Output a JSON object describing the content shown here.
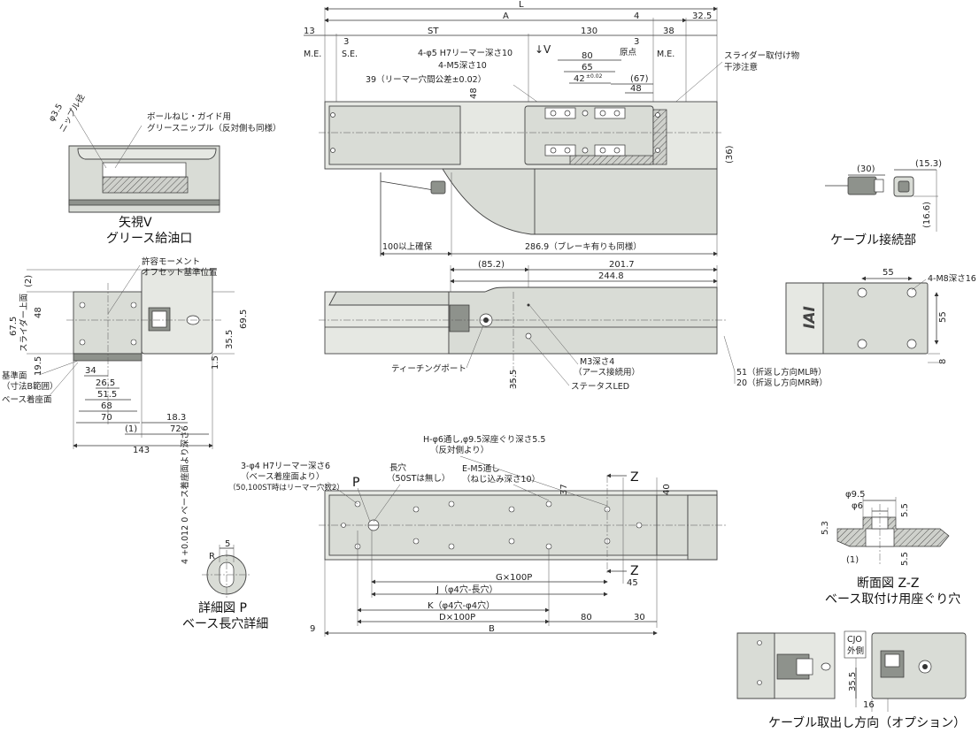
{
  "views": {
    "top": {
      "dims": [
        "L",
        "A",
        "4",
        "32.5",
        "13",
        "ST",
        "130",
        "3",
        "3",
        "38",
        "M.E.",
        "S.E.",
        "原点",
        "M.E.",
        "80",
        "65",
        "42",
        "±0.02",
        "(67)",
        "48",
        "48",
        "(36)",
        "100以上確保",
        "286.9（ブレーキ有りも同様）"
      ],
      "notes": [
        "4-φ5 H7リーマー深さ10",
        "4-M5深さ10",
        "39（リーマー穴間公差±0.02）",
        "↓V",
        "スライダー取付け物",
        "干渉注意"
      ]
    },
    "side": {
      "dims": [
        "(85.2)",
        "201.7",
        "244.8",
        "35.5"
      ],
      "notes": [
        "ティーチングポート",
        "M3深さ4",
        "（アース接続用）",
        "ステータスLED",
        "51（折返し方向ML時）",
        "20（折返し方向MR時）"
      ]
    },
    "end": {
      "dims": [
        "(2)",
        "67.5",
        "48",
        "69.5",
        "35.5",
        "1.5",
        "19.5",
        "34",
        "26.5",
        "51.5",
        "68",
        "70",
        "18.3",
        "(1)",
        "72",
        "143"
      ],
      "notes": [
        "許容モーメント",
        "オフセット基準位置",
        "スライダー上面",
        "基準面",
        "（寸法B範囲）",
        "ベース着座面"
      ]
    },
    "bottom": {
      "dims": [
        "37",
        "40",
        "45",
        "G×100P",
        "J（φ4穴-長穴）",
        "K（φ4穴-φ4穴）",
        "D×100P",
        "80",
        "30",
        "B",
        "9"
      ],
      "notes": [
        "H-φ6通し,φ9.5深座ぐり深さ5.5",
        "（反対側より）",
        "E-M5通し",
        "（ねじ込み深さ10）",
        "3-φ4 H7リーマー深さ6",
        "（ベース着座面より）",
        "（50,100ST時はリーマー穴数2）",
        "長穴",
        "（50STは無し）",
        "P",
        "Z",
        "Z"
      ]
    },
    "grease": {
      "notes": [
        "φ3.5",
        "ニップル径",
        "ボールねじ・ガイド用",
        "グリースニップル（反対側も同様）"
      ],
      "caption": [
        "矢視V",
        "グリース給油口"
      ]
    },
    "cable": {
      "dims": [
        "(30)",
        "(15.3)",
        "(16.6)"
      ],
      "caption": "ケーブル接続部"
    },
    "slider": {
      "dims": [
        "55",
        "55",
        "8"
      ],
      "notes": [
        "4-M8深さ16"
      ],
      "logo": "IAI"
    },
    "detailP": {
      "dims": [
        "5",
        "R"
      ],
      "notes": [
        "4 +0.012 0 ベース着座面より深さ6"
      ],
      "caption": [
        "詳細図 P",
        "ベース長穴詳細"
      ]
    },
    "sectionZ": {
      "dims": [
        "φ9.5",
        "φ6",
        "5.5",
        "5.3",
        "(1)",
        "5.5"
      ],
      "caption": [
        "断面図 Z-Z",
        "ベース取付け用座ぐり穴"
      ]
    },
    "cableOpt": {
      "dims": [
        "35.5",
        "16"
      ],
      "notes": [
        "CJO",
        "外側"
      ],
      "caption": "ケーブル取出し方向（オプション）"
    }
  }
}
